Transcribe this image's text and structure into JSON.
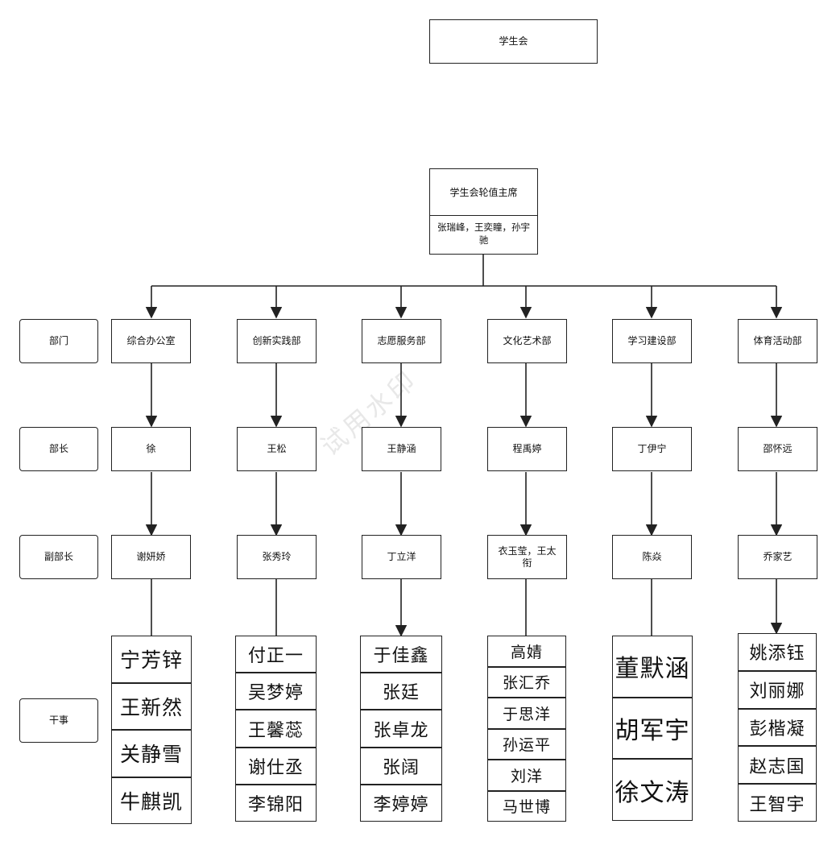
{
  "root": {
    "label": "学生会"
  },
  "chair": {
    "title": "学生会轮值主席",
    "names": "张瑞峰，王奕瞳，孙宇驰"
  },
  "row_labels": {
    "department": "部门",
    "minister": "部长",
    "vice_minister": "副部长",
    "staff": "干事"
  },
  "watermark": "试用水印",
  "departments": [
    {
      "name": "综合办公室",
      "minister": "徐",
      "vice": "谢妍娇",
      "staff": [
        "宁芳锌",
        "王新然",
        "关静雪",
        "牛麒凯"
      ]
    },
    {
      "name": "创新实践部",
      "minister": "王松",
      "vice": "张秀玲",
      "staff": [
        "付正一",
        "吴梦婷",
        "王馨蕊",
        "谢仕丞",
        "李锦阳"
      ]
    },
    {
      "name": "志愿服务部",
      "minister": "王静涵",
      "vice": "丁立洋",
      "staff": [
        "于佳鑫",
        "张廷",
        "张卓龙",
        "张阔",
        "李婷婷"
      ]
    },
    {
      "name": "文化艺术部",
      "minister": "程禹婷",
      "vice": "衣玉莹，王太衔",
      "staff": [
        "高婧",
        "张汇乔",
        "于思洋",
        "孙运平",
        "刘洋",
        "马世博"
      ]
    },
    {
      "name": "学习建设部",
      "minister": "丁伊宁",
      "vice": "陈焱",
      "staff": [
        "董默涵",
        "胡军宇",
        "徐文涛"
      ]
    },
    {
      "name": "体育活动部",
      "minister": "邵怀远",
      "vice": "乔家艺",
      "staff": [
        "姚添钰",
        "刘丽娜",
        "彭楷凝",
        "赵志国",
        "王智宇"
      ]
    }
  ]
}
